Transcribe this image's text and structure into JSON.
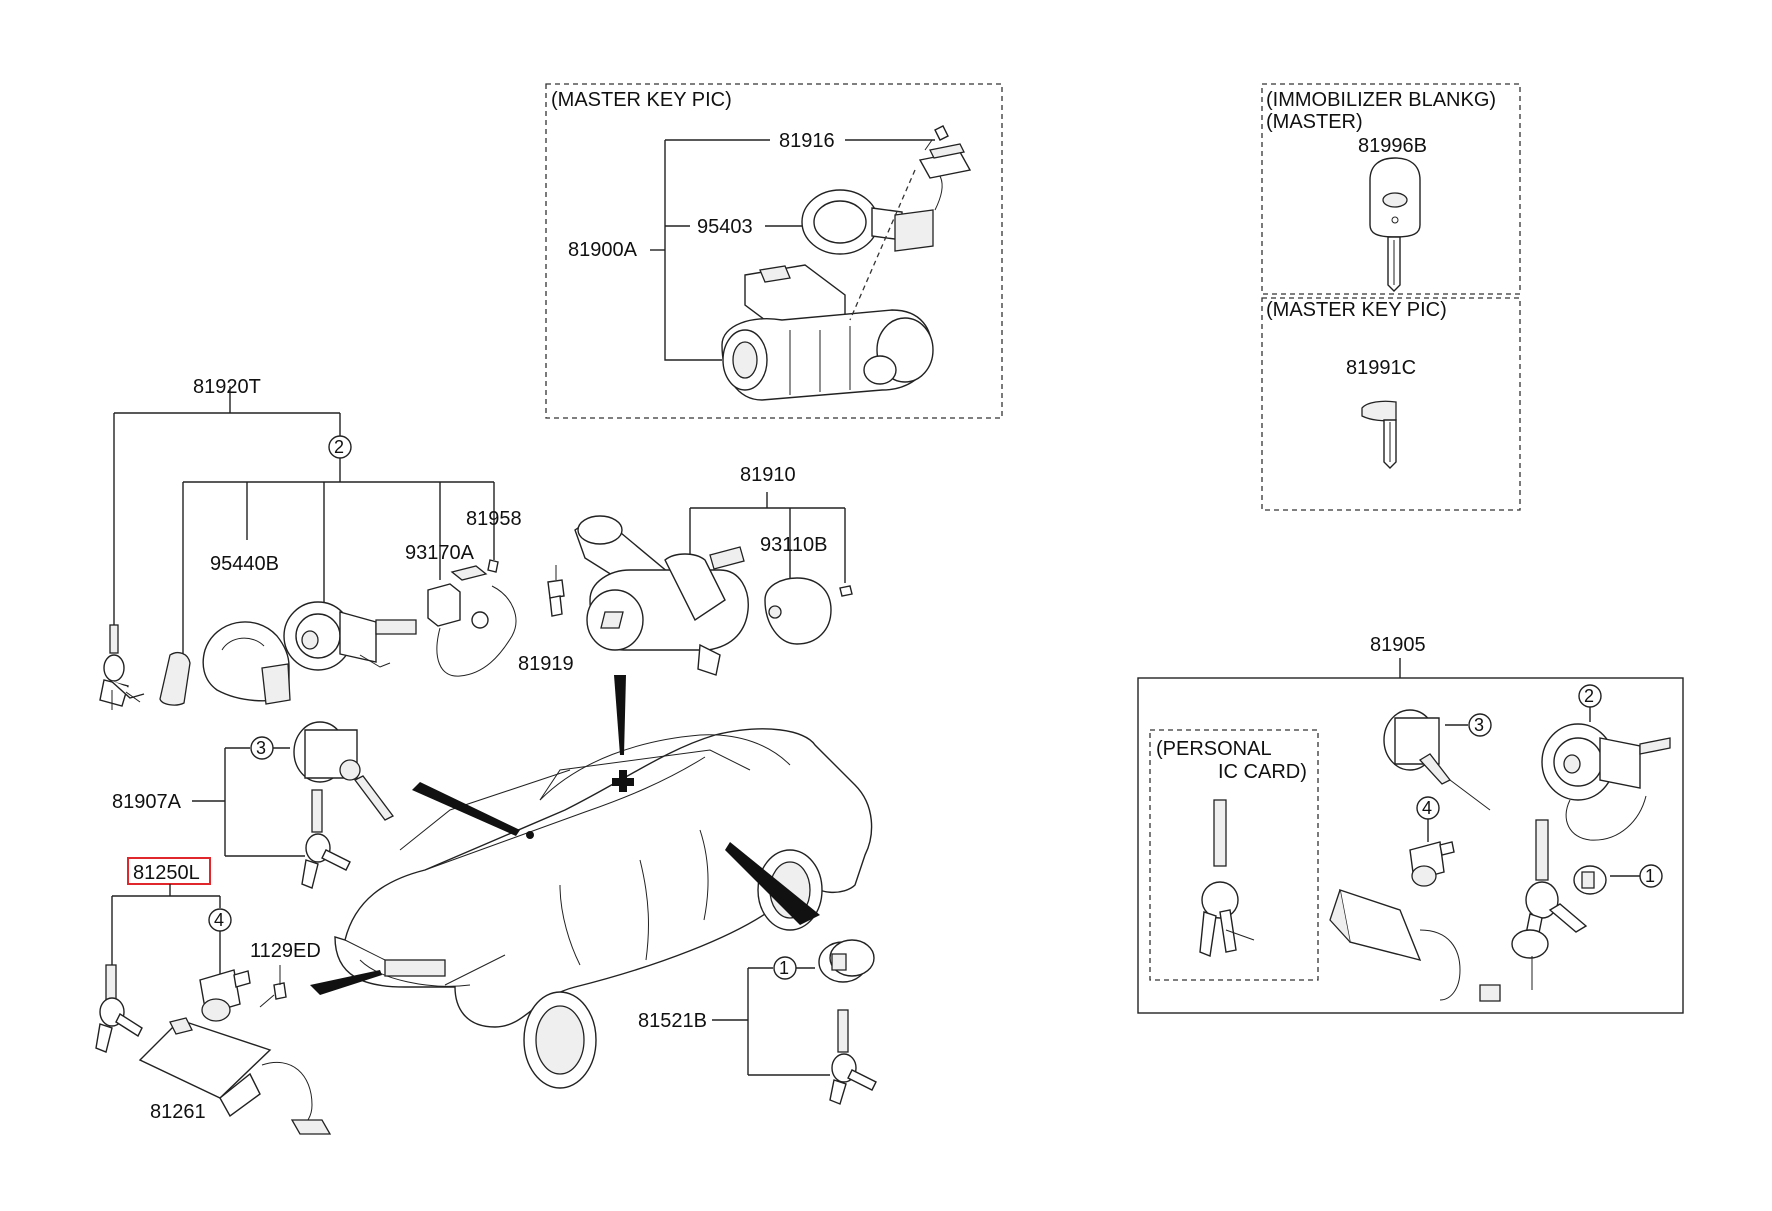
{
  "boxes": {
    "master_key_pic_top": "(MASTER KEY PIC)",
    "immobilizer_line1": "(IMMOBILIZER BLANKG)",
    "immobilizer_line2": "(MASTER)",
    "master_key_pic_right": "(MASTER KEY PIC)",
    "personal_line1": "(PERSONAL",
    "personal_line2": "IC CARD)"
  },
  "parts": {
    "p81916": "81916",
    "p95403": "95403",
    "p81900A": "81900A",
    "p81996B": "81996B",
    "p81991C": "81991C",
    "p81920T": "81920T",
    "p95440B": "95440B",
    "p93170A": "93170A",
    "p81958": "81958",
    "p81919": "81919",
    "p81910": "81910",
    "p93110B": "93110B",
    "p81905": "81905",
    "p81907A": "81907A",
    "p81250L": "81250L",
    "p1129ED": "1129ED",
    "p81261": "81261",
    "p81521B": "81521B"
  },
  "callouts": {
    "c1": "1",
    "c2": "2",
    "c3": "3",
    "c4": "4"
  },
  "colors": {
    "highlight": "#e0272b",
    "ink": "#222222"
  }
}
